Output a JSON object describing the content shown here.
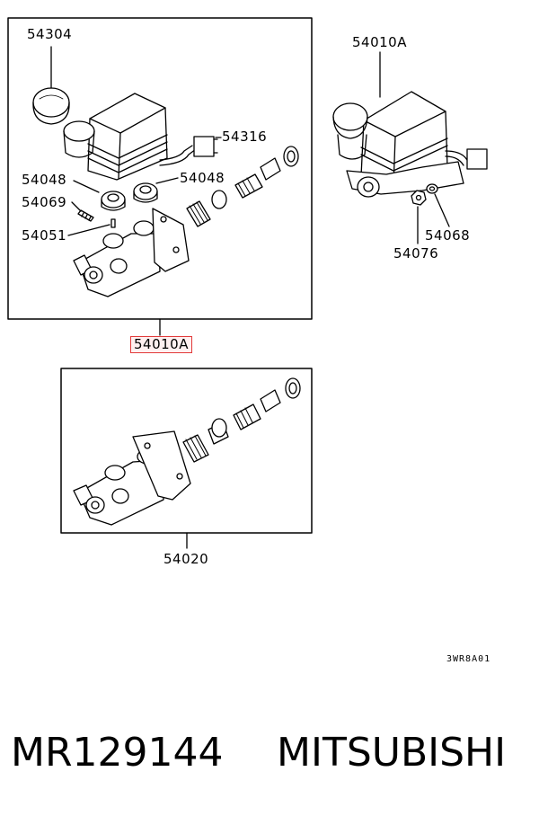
{
  "diagram": {
    "labels": {
      "p54304": "54304",
      "p54316": "54316",
      "p54048_left": "54048",
      "p54048_right": "54048",
      "p54069": "54069",
      "p54051": "54051",
      "p54010A_callout": "54010A",
      "p54010A_assembly": "54010A",
      "p54068": "54068",
      "p54076": "54076",
      "p54020": "54020"
    },
    "drawing_code": "3WR8A01",
    "highlight_color": "#e23a3a"
  },
  "footer": {
    "part_number": "MR129144",
    "brand": "MITSUBISHI"
  }
}
